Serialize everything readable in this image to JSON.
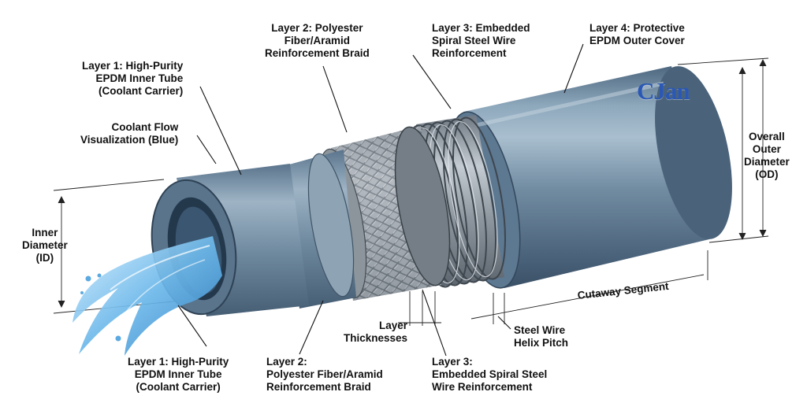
{
  "labels": {
    "layer1_top": [
      "Layer 1: High-Purity",
      "EPDM Inner Tube",
      "(Coolant Carrier)"
    ],
    "layer2_top": [
      "Layer 2: Polyester",
      "Fiber/Aramid",
      "Reinforcement Braid"
    ],
    "layer3_top": [
      "Layer 3: Embedded",
      "Spiral Steel Wire",
      "Reinforcement"
    ],
    "layer4_top": [
      "Layer 4: Protective",
      "EPDM Outer Cover"
    ],
    "coolant_flow": [
      "Coolant Flow",
      "Visualization (Blue)"
    ],
    "inner_diameter": [
      "Inner",
      "Diameter",
      "(ID)"
    ],
    "outer_diameter": [
      "Overall",
      "Outer",
      "Diameter",
      "(OD)"
    ],
    "cutaway_segment": "Cutaway Segment",
    "steel_wire_pitch": [
      "Steel Wire",
      "Helix Pitch"
    ],
    "layer_thicknesses": [
      "Layer",
      "Thicknesses"
    ],
    "layer1_bottom": [
      "Layer 1: High-Purity",
      "EPDM Inner Tube",
      "(Coolant Carrier)"
    ],
    "layer2_bottom": [
      "Layer 2:",
      "Polyester Fiber/Aramid",
      "Reinforcement Braid"
    ],
    "layer3_bottom": [
      "Layer 3:",
      "Embedded Spiral Steel",
      "Wire Reinforcement"
    ]
  },
  "brand": "CJan",
  "colors": {
    "hose_dark": "#4f6a82",
    "hose_mid": "#7c97ad",
    "hose_light": "#b4c7d6",
    "braid": "#9aa1a8",
    "steel": "#8d959d",
    "coolant": "#5aa9e0",
    "brand": "#2a58b4"
  }
}
